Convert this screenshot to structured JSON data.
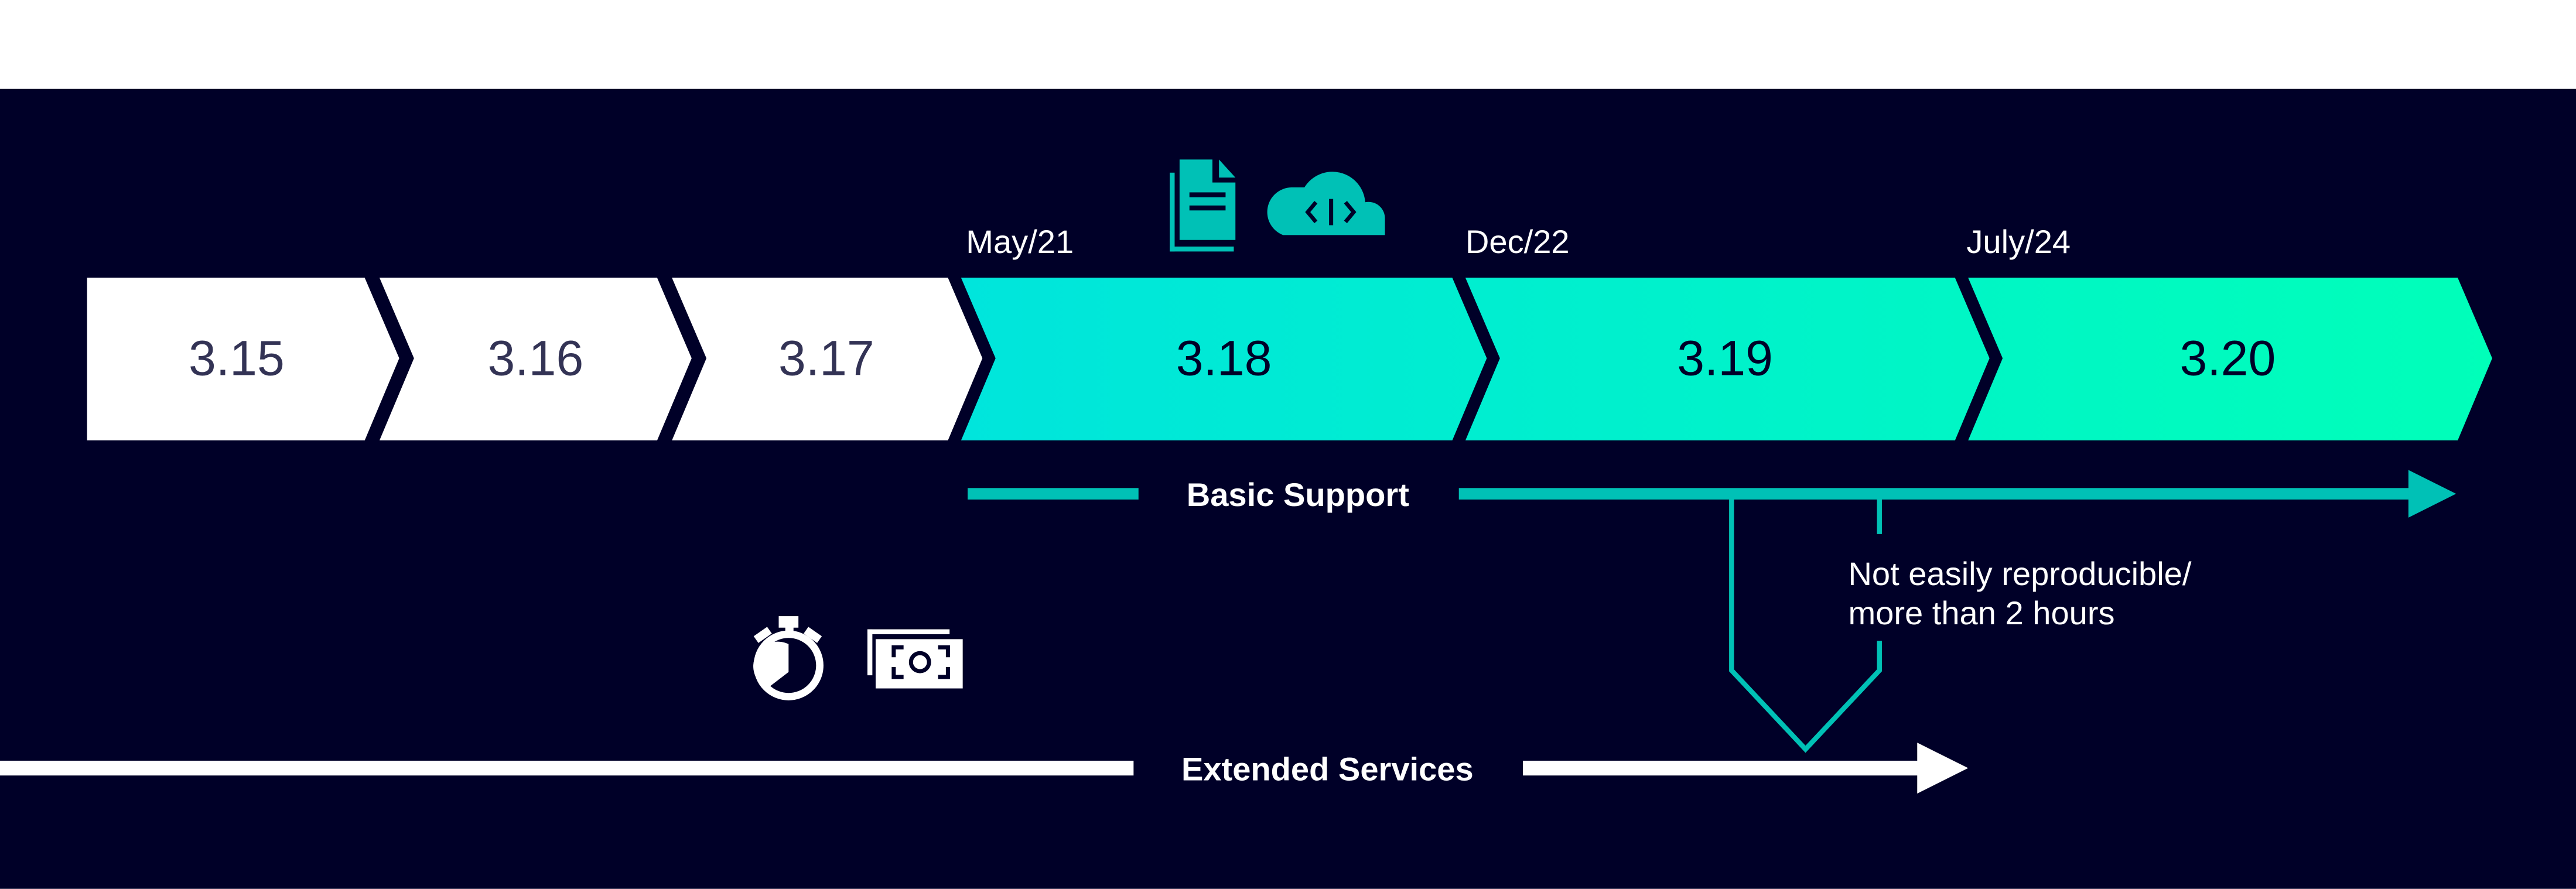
{
  "colors": {
    "background": "#000028",
    "top_band": "#ffffff",
    "teal": "#00c1b6",
    "gradient_start": "#00e5dc",
    "gradient_end": "#00ffb9",
    "white_text": "#333355",
    "dark_text": "#000028"
  },
  "versions": [
    {
      "label": "3.15",
      "style": "white"
    },
    {
      "label": "3.16",
      "style": "white"
    },
    {
      "label": "3.17",
      "style": "white"
    },
    {
      "label": "3.18",
      "style": "gradient"
    },
    {
      "label": "3.19",
      "style": "gradient"
    },
    {
      "label": "3.20",
      "style": "gradient"
    }
  ],
  "dates": [
    "May/21",
    "Dec/22",
    "July/24"
  ],
  "icons": {
    "documents": "documents-icon",
    "cloud_code": "cloud-code-icon",
    "stopwatch": "stopwatch-icon",
    "money": "money-icon"
  },
  "basic_support": {
    "label": "Basic Support"
  },
  "callout": {
    "line1": "Not easily reproducible/",
    "line2": "more than 2 hours"
  },
  "extended_services": {
    "label": "Extended Services"
  }
}
